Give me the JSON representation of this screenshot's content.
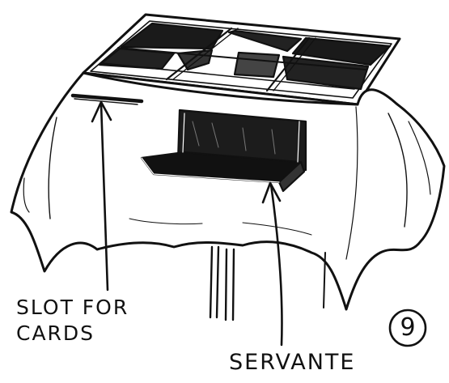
{
  "labels": {
    "slot_line1": "SLOT FOR",
    "slot_line2": "CARDS",
    "servante": "SERVANTE"
  },
  "figure_number": "9",
  "colors": {
    "ink": "#111111",
    "paper": "#ffffff"
  }
}
